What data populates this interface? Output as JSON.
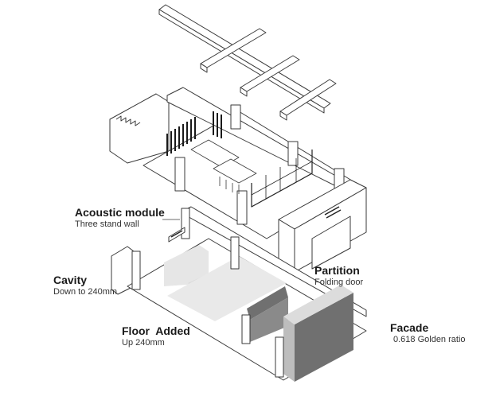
{
  "annotations": {
    "acoustic": {
      "title": "Acoustic module",
      "subtitle": "Three stand wall"
    },
    "cavity": {
      "title": "Cavity",
      "subtitle": "Down to 240mm"
    },
    "floor": {
      "title": "Floor  Added",
      "subtitle": "Up 240mm"
    },
    "partition": {
      "title": "Partition",
      "subtitle": "Folding door"
    },
    "facade": {
      "title": "Facade",
      "subtitle": "0.618 Golden ratio"
    }
  },
  "colors": {
    "line": "#3a3a3a",
    "shade_light": "#e6e6e6",
    "shade_mid": "#bdbdbd",
    "shade_dark": "#707070"
  }
}
